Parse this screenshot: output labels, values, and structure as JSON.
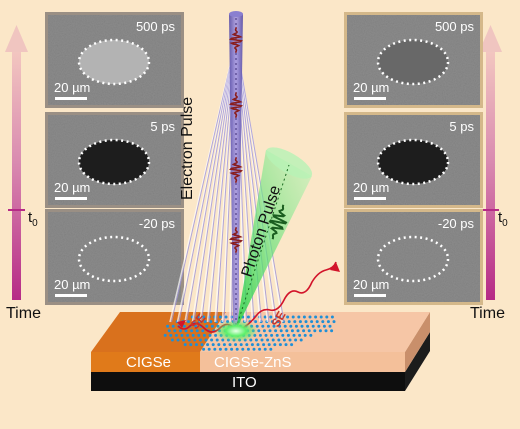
{
  "time_axis": {
    "label": "Time",
    "t0_label": "t",
    "t0_sub": "0"
  },
  "beams": {
    "electron_label": "Electron Pulse",
    "photon_label": "Photon Pulse"
  },
  "device": {
    "left_label": "CIGSe",
    "right_label": "CIGSe-ZnS",
    "base_label": "ITO",
    "se_label": "SE"
  },
  "left_panels": [
    {
      "delay": "500 ps",
      "scale": "20 µm",
      "spot": "bright"
    },
    {
      "delay": "5 ps",
      "scale": "20 µm",
      "spot": "dark"
    },
    {
      "delay": "-20 ps",
      "scale": "20 µm",
      "spot": "none"
    }
  ],
  "right_panels": [
    {
      "delay": "500 ps",
      "scale": "20 µm",
      "spot": "gray"
    },
    {
      "delay": "5 ps",
      "scale": "20 µm",
      "spot": "dark"
    },
    {
      "delay": "-20 ps",
      "scale": "20 µm",
      "spot": "none"
    }
  ],
  "colors": {
    "background": "#fbe7c8",
    "left_frame": "#9a8f84",
    "right_frame": "#d4b88a",
    "electron_beam": "#6a5fb5",
    "photon_beam": "#39d84a",
    "cigse_surface": "#d9711d",
    "cigse_zns_surface": "#f6c6a6",
    "ito": "#0e0e0e",
    "time_arrow": "#b62a86"
  }
}
